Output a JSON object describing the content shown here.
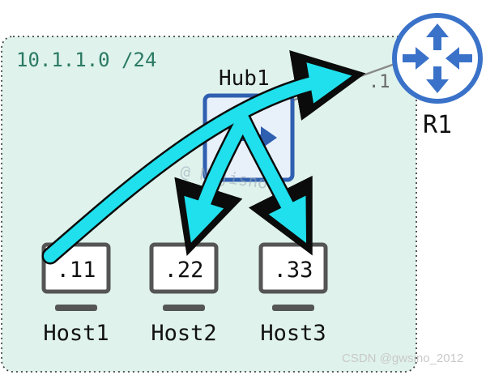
{
  "network": {
    "subnet_label": "10.1.1.0 /24",
    "zone_fill": "#dff2ec",
    "zone_border": "#444444"
  },
  "hub": {
    "label": "Hub1",
    "color": "#2f5fb0"
  },
  "router": {
    "label": "R1",
    "interface_label": ".1",
    "color": "#3a72c9",
    "icon": "router-arrows-icon"
  },
  "hosts": [
    {
      "name": "Host1",
      "address": ".11"
    },
    {
      "name": "Host2",
      "address": ".22"
    },
    {
      "name": "Host3",
      "address": ".33"
    }
  ],
  "arrows": {
    "color": "#1fe0ec",
    "outline": "#0b0b0b"
  },
  "watermarks": {
    "center": "@ Nijisnow",
    "corner": "CSDN @gwsino_2012"
  }
}
